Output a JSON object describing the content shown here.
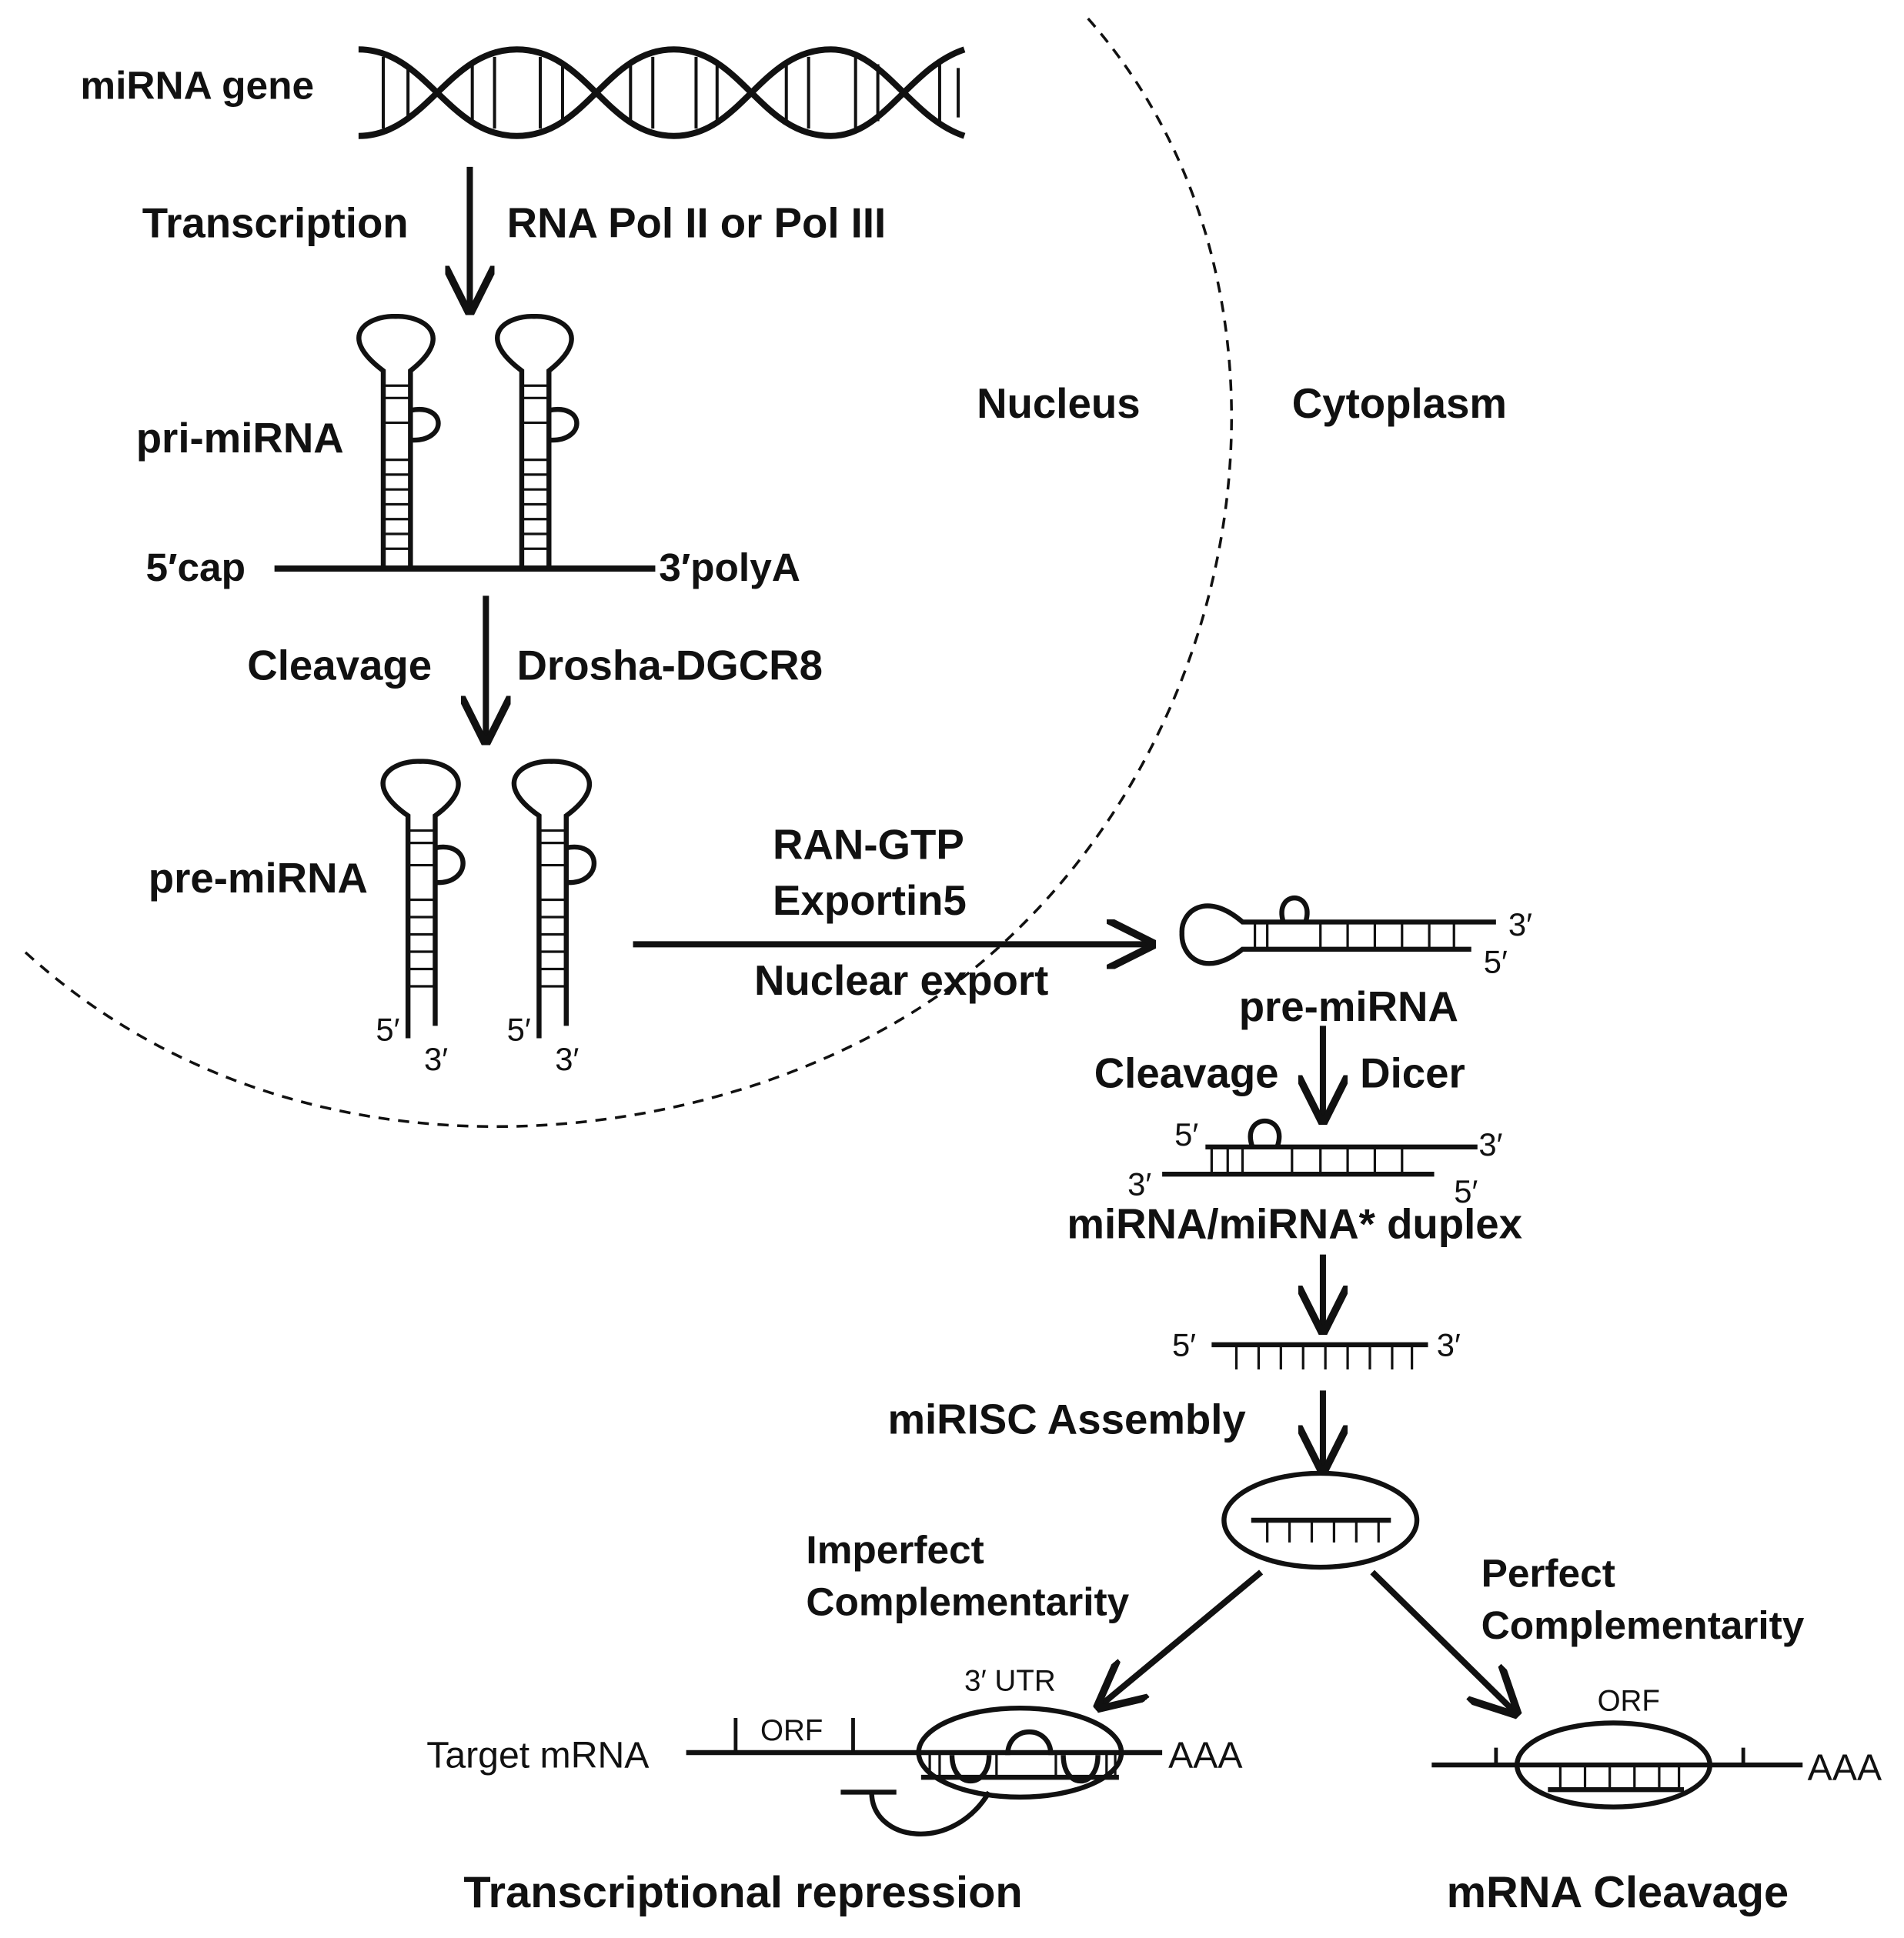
{
  "labels": {
    "mirna_gene": "miRNA gene",
    "transcription": "Transcription",
    "pol": "RNA Pol II or Pol III",
    "nucleus": "Nucleus",
    "cytoplasm": "Cytoplasm",
    "pri_mirna": "pri-miRNA",
    "cap5": "5′cap",
    "polya3": "3′polyA",
    "cleavage1": "Cleavage",
    "drosha": "Drosha-DGCR8",
    "pre_mirna_nuc": "pre-miRNA",
    "ran_gtp": "RAN-GTP",
    "exportin5": "Exportin5",
    "nuclear_export": "Nuclear export",
    "pre_mirna_cyto": "pre-miRNA",
    "cleavage2": "Cleavage",
    "dicer": "Dicer",
    "duplex": "miRNA/miRNA* duplex",
    "mirisc": "miRISC Assembly",
    "imperfect_1": "Imperfect",
    "imperfect_2": "Complementarity",
    "perfect_1": "Perfect",
    "perfect_2": "Complementarity",
    "utr3": "3′ UTR",
    "orf_left": "ORF",
    "orf_right": "ORF",
    "target_mrna": "Target mRNA",
    "aaa_left": "AAA",
    "aaa_right": "AAA",
    "transcriptional_repression": "Transcriptional repression",
    "mrna_cleavage": "mRNA Cleavage",
    "p5": "5′",
    "p3": "3′"
  },
  "colors": {
    "ink": "#111111",
    "background": "#ffffff"
  }
}
